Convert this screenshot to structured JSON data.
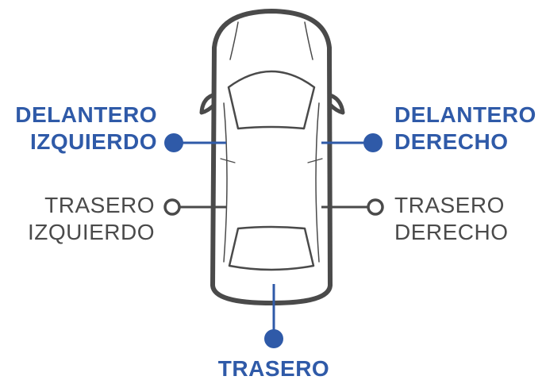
{
  "colors": {
    "accent": "#2f5aa8",
    "neutral": "#4a4a4a"
  },
  "labels": {
    "front_left": [
      "DELANTERO",
      "IZQUIERDO"
    ],
    "front_right": [
      "DELANTERO",
      "DERECHO"
    ],
    "rear_left": [
      "TRASERO",
      "IZQUIERDO"
    ],
    "rear_right": [
      "TRASERO",
      "DERECHO"
    ],
    "rear": "TRASERO"
  }
}
